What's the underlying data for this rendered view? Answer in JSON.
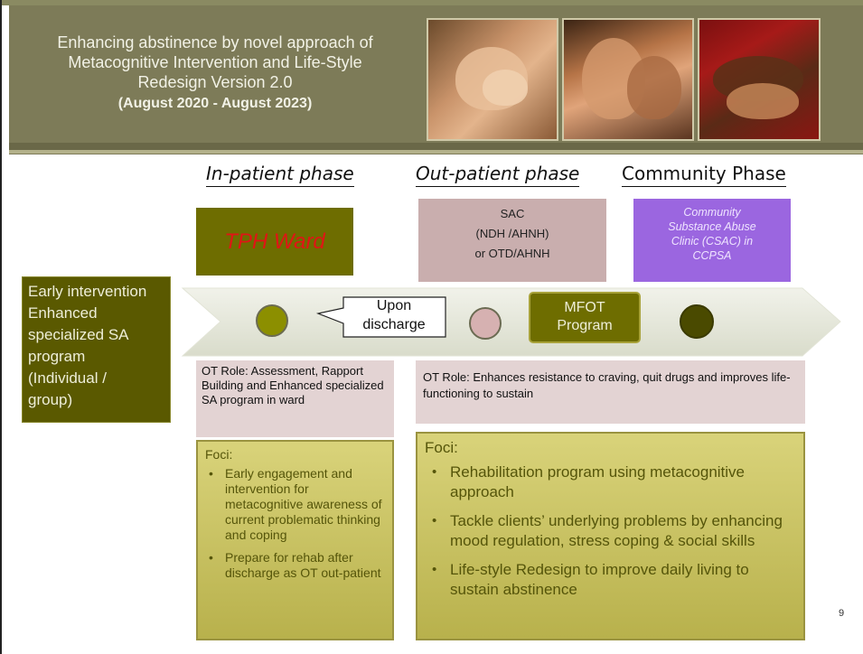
{
  "header": {
    "title_lines": [
      "Enhancing abstinence by novel approach of",
      "Metacognitive Intervention and Life-Style",
      "Redesign Version 2.0"
    ],
    "dates": "(August 2020 - August 2023)"
  },
  "phases": {
    "inpatient": "In-patient phase",
    "outpatient": "Out-patient phase",
    "community": "Community Phase"
  },
  "boxes": {
    "tph": "TPH Ward",
    "sac_lines": [
      "SAC",
      "(NDH /AHNH)",
      "or OTD/AHNH"
    ],
    "csac_lines": [
      "Community",
      "Substance Abuse",
      "Clinic (CSAC) in",
      "CCPSA"
    ],
    "early_lines": [
      "Early intervention",
      "Enhanced",
      "specialized SA",
      "program",
      "(Individual /",
      "group)"
    ],
    "callout_lines": [
      "Upon",
      "discharge"
    ],
    "mfot_lines": [
      "MFOT",
      "Program"
    ]
  },
  "roles": {
    "inpatient": "OT Role: Assessment, Rapport Building and Enhanced specialized SA program in ward",
    "outpatient": "OT Role: Enhances resistance to craving, quit drugs and improves life-functioning to sustain"
  },
  "foci": {
    "label": "Foci:",
    "inpatient_items": [
      "Early engagement and intervention for metacognitive awareness of current problematic thinking and coping",
      "Prepare for rehab after discharge as OT out-patient"
    ],
    "outpatient_items": [
      "Rehabilitation program using metacognitive approach",
      "Tackle clients’ underlying problems by enhancing mood regulation, stress coping & social skills",
      "Life-style Redesign to improve daily living to sustain abstinence"
    ]
  },
  "page_number": "9",
  "colors": {
    "header_bg": "#7d7b58",
    "olive_dark": "#6e6d00",
    "early_bg": "#5a5900",
    "tph_text": "#e01515",
    "sac_bg": "#c9aeae",
    "csac_bg": "#9b66e0",
    "role_bg": "#e3d3d3",
    "foci_bg": "#cfc86a",
    "arrow_bg": "#e6e8dc"
  },
  "icons": {
    "circle_1": "olive-circle-icon",
    "circle_2": "pink-circle-icon",
    "circle_3": "dark-olive-circle-icon"
  }
}
